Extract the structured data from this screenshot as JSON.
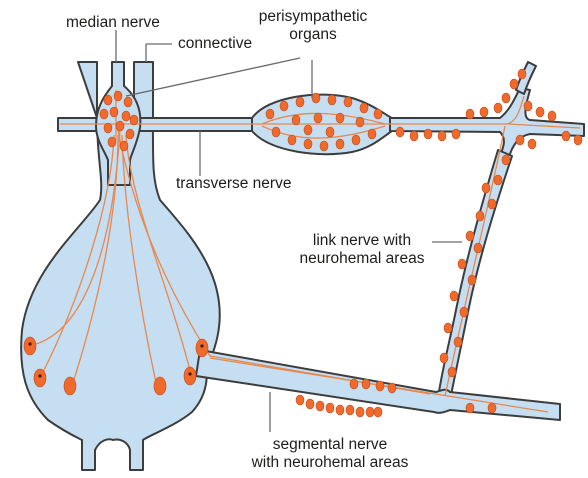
{
  "labels": {
    "median_nerve": "median nerve",
    "connective": "connective",
    "perisympathetic_line1": "perisympathetic",
    "perisympathetic_line2": "organs",
    "transverse_nerve": "transverse nerve",
    "link_nerve_line1": "link nerve with",
    "link_nerve_line2": "neurohemal areas",
    "segmental_line1": "segmental nerve",
    "segmental_line2": "with neurohemal areas"
  },
  "colors": {
    "tissue_fill": "#c5def2",
    "outline": "#3d3d3d",
    "cell": "#ef6a2b",
    "axon": "#e8884e",
    "leader": "#6a6a6a"
  }
}
